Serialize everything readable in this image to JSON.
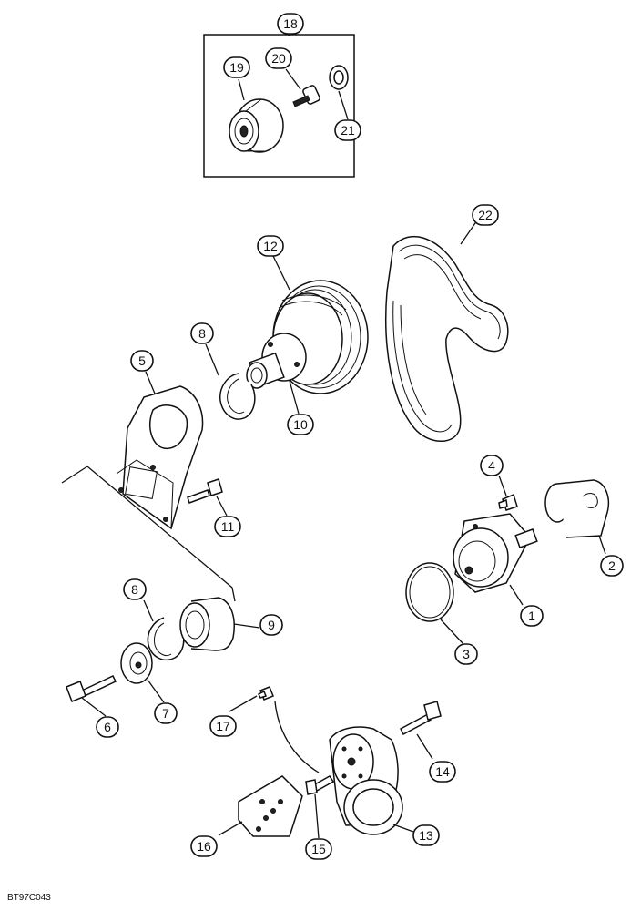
{
  "figure_code": "BT97C043",
  "callouts": [
    {
      "id": "18",
      "label": "18"
    },
    {
      "id": "19",
      "label": "19"
    },
    {
      "id": "20",
      "label": "20"
    },
    {
      "id": "21",
      "label": "21"
    },
    {
      "id": "22",
      "label": "22"
    },
    {
      "id": "12",
      "label": "12"
    },
    {
      "id": "8a",
      "label": "8"
    },
    {
      "id": "5",
      "label": "5"
    },
    {
      "id": "10",
      "label": "10"
    },
    {
      "id": "4",
      "label": "4"
    },
    {
      "id": "11",
      "label": "11"
    },
    {
      "id": "2",
      "label": "2"
    },
    {
      "id": "1",
      "label": "1"
    },
    {
      "id": "8b",
      "label": "8"
    },
    {
      "id": "9",
      "label": "9"
    },
    {
      "id": "3",
      "label": "3"
    },
    {
      "id": "7",
      "label": "7"
    },
    {
      "id": "6",
      "label": "6"
    },
    {
      "id": "17",
      "label": "17"
    },
    {
      "id": "14",
      "label": "14"
    },
    {
      "id": "15",
      "label": "15"
    },
    {
      "id": "16",
      "label": "16"
    },
    {
      "id": "13",
      "label": "13"
    }
  ]
}
